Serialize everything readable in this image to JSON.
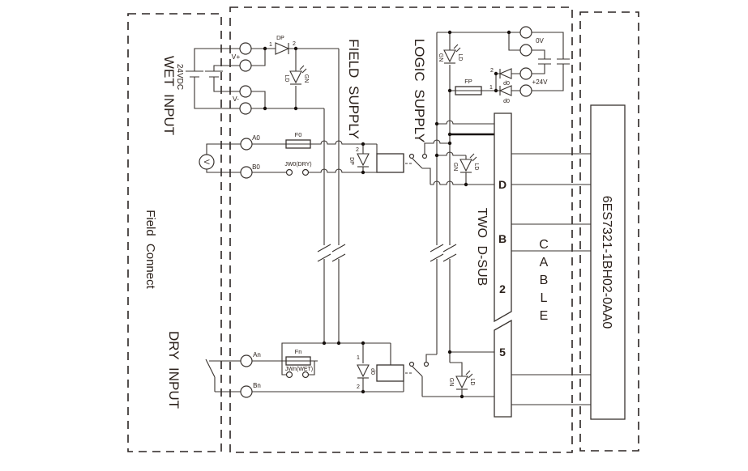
{
  "regions": {
    "field_connect": "Field Connect",
    "wet_input": "WET INPUT",
    "dry_input": "DRY INPUT",
    "field_supply": "FIELD SUPPLY",
    "logic_supply": "LOGIC SUPPLY",
    "two_d_sub": "TWO D-SUB",
    "module_code": "6ES7321-1BH02-0AA0"
  },
  "cable": {
    "c": "C",
    "a": "A",
    "b": "B",
    "l": "L",
    "e": "E"
  },
  "dsub": {
    "pin_d": "D",
    "pin_b": "B",
    "pin_2": "2",
    "pin_5": "5"
  },
  "terminals": {
    "v_plus": "V+",
    "v_minus": "V-",
    "battery": "24VDC",
    "a0": "A0",
    "b0": "B0",
    "an": "An",
    "bn": "Bn",
    "zero_v": "0V",
    "plus_24v": "+24V"
  },
  "components": {
    "diode_dp": "DP",
    "fuse_f0": "F0",
    "fuse_fn": "Fn",
    "fuse_fp": "FP",
    "jumper_jw0": "JW0(DRY)",
    "jumper_jwn": "JWn(WET)",
    "led_ld": "LD",
    "led_gn": "GN",
    "diode_d0": "d0",
    "voltmeter": "V"
  },
  "pins": {
    "p1": "1",
    "p2": "2"
  }
}
